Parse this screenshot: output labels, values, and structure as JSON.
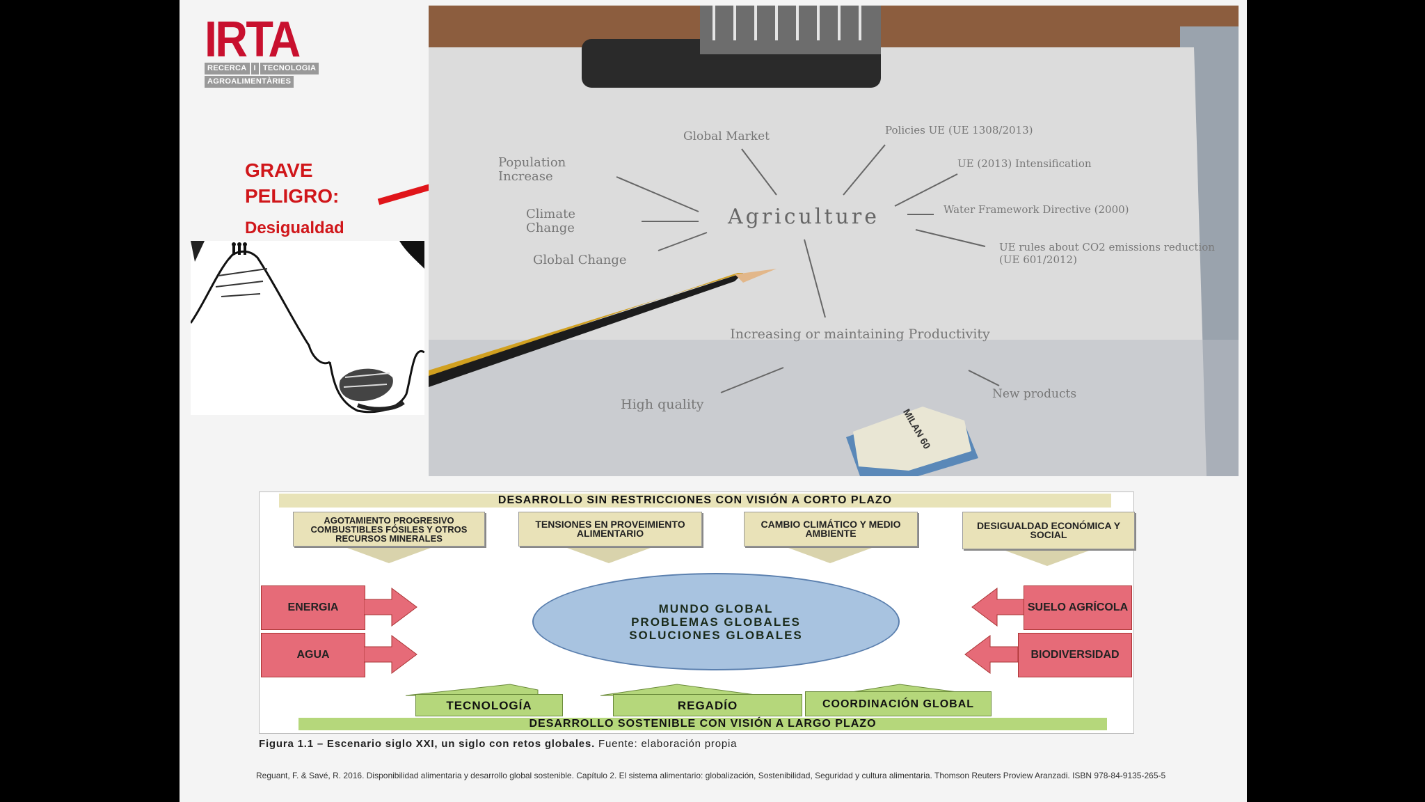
{
  "logo": {
    "word": "IRTA",
    "line1a": "RECERCA",
    "line1b": "I",
    "line1c": "TECNOLOGIA",
    "line2": "AGROALIMENTÀRIES"
  },
  "annotation": {
    "line1": "GRAVE",
    "line2": "PELIGRO:",
    "line3": "Desigualdad"
  },
  "photo": {
    "center": "Agriculture",
    "left_items": [
      "Population Increase",
      "Climate Change",
      "Global Change"
    ],
    "top_items": [
      "Global Market",
      "Policies UE (UE 1308/2013)"
    ],
    "right_items": [
      "UE (2013) Intensification",
      "Water Framework Directive (2000)",
      "UE rules about CO2 emissions reduction (UE 601/2012)"
    ],
    "bottom_center": "Increasing or maintaining Productivity",
    "bottom_left": "High quality",
    "bottom_right": "New products",
    "eraser": "MILAN 60"
  },
  "diagram": {
    "top_bar": "DESARROLLO SIN RESTRICCIONES CON VISIÓN A CORTO PLAZO",
    "challenges": [
      "AGOTAMIENTO PROGRESIVO COMBUSTIBLES FÓSILES Y OTROS RECURSOS MINERALES",
      "TENSIONES EN PROVEIMIENTO ALIMENTARIO",
      "CAMBIO CLIMÁTICO Y MEDIO AMBIENTE",
      "DESIGUALDAD ECONÓMICA Y SOCIAL"
    ],
    "left_boxes": [
      "ENERGIA",
      "AGUA"
    ],
    "right_boxes": [
      "SUELO AGRÍCOLA",
      "BIODIVERSIDAD"
    ],
    "center": [
      "MUNDO GLOBAL",
      "PROBLEMAS GLOBALES",
      "SOLUCIONES GLOBALES"
    ],
    "bottom_boxes": [
      "TECNOLOGÍA",
      "REGADÍO",
      "COORDINACIÓN GLOBAL"
    ],
    "bottom_bar": "DESARROLLO SOSTENIBLE CON VISIÓN A LARGO PLAZO"
  },
  "caption": {
    "bold": "Figura 1.1 – Escenario siglo XXI, un siglo con retos globales.",
    "normal": "Fuente: elaboración propia"
  },
  "reference": "Reguant, F. & Savé, R. 2016. Disponibilidad alimentaria y desarrollo global sostenible. Capítulo 2. El sistema alimentario: globalización, Sostenibilidad, Seguridad y cultura alimentaria. Thomson Reuters Proview Aranzadi. ISBN 978-84-9135-265-5",
  "colors": {
    "irta_red": "#c8102e",
    "annotation_red": "#d0161a",
    "tan_box": "#e9e2b8",
    "red_box": "#e66b78",
    "green_box": "#b5d77b",
    "ellipse": "#a8c3e0"
  }
}
